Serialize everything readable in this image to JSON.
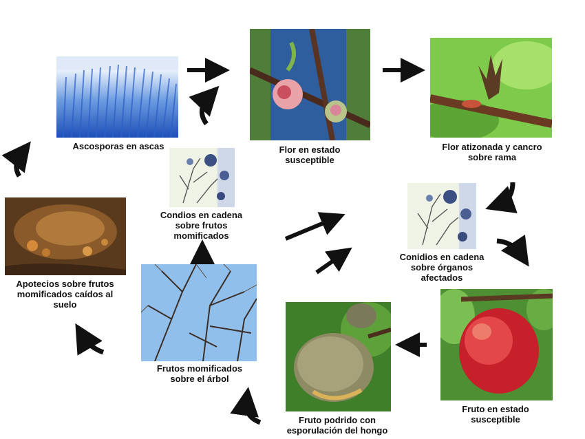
{
  "nodes": {
    "ascosporas": {
      "label": "Ascosporas en ascas"
    },
    "flor_susceptible": {
      "label_line1": "Flor en estado",
      "label_line2": "susceptible"
    },
    "flor_atizonada": {
      "label_line1": "Flor atizonada y cancro",
      "label_line2": "sobre rama"
    },
    "conidios_frutos": {
      "label_line1": "Condios en cadena",
      "label_line2": "sobre frutos",
      "label_line3": "momificados"
    },
    "conidios_organos": {
      "label_line1": "Conidios en cadena",
      "label_line2": "sobre órganos",
      "label_line3": "afectados"
    },
    "apotecios": {
      "label_line1": "Apotecios sobre frutos",
      "label_line2": "momificados caídos al",
      "label_line3": "suelo"
    },
    "frutos_arbol": {
      "label_line1": "Frutos momificados",
      "label_line2": "sobre el árbol"
    },
    "fruto_podrido": {
      "label_line1": "Fruto podrido con",
      "label_line2": "esporulación del hongo"
    },
    "fruto_susceptible": {
      "label_line1": "Fruto en estado",
      "label_line2": "susceptible"
    }
  },
  "colors": {
    "arrow": "#111111",
    "text": "#111111"
  }
}
